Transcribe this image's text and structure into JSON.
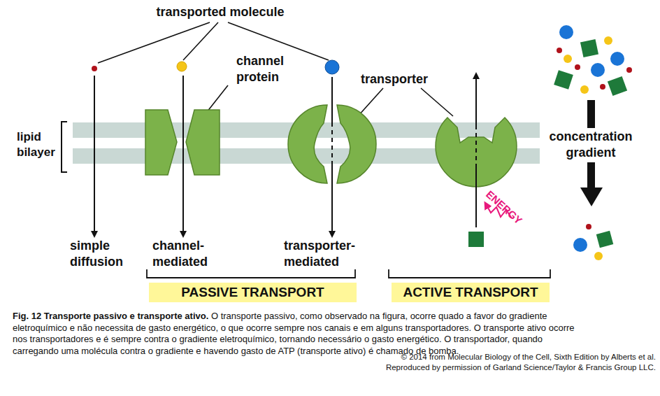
{
  "diagram": {
    "title": "Fig. 12 Transporte passivo e transporte ativo.",
    "caption": "O transporte passivo, como observado na figura, ocorre quado a favor do gradiente eletroquímico e não necessita de gasto energético, o que ocorre sempre nos canais e em alguns transportadores. O transporte ativo ocorre nos transportadores e é sempre contra o gradiente eletroquímico, tornando necessário o gasto energético. O transportador, quando carregando uma molécula contra o gradiente e havendo gasto de ATP (transporte ativo) é chamado de bomba.",
    "nodes": [
      {
        "text": [
          "PASSIVE TRANSPORT"
        ]
      },
      {
        "text": [
          "ACTIVE TRANSPORT"
        ]
      }
    ],
    "labels": [
      "transported molecule",
      "channel protein",
      "transporter",
      "lipid bilayer",
      "ENERGY",
      "concentration gradient",
      "simple diffusion",
      "channel-mediated",
      "transporter-mediated",
      "© 2014 from Molecular Biology of the Cell, Sixth Edition by Alberts et al.",
      "Reproduced by permission of Garland Science/Taylor & Francis Group LLC."
    ]
  }
}
